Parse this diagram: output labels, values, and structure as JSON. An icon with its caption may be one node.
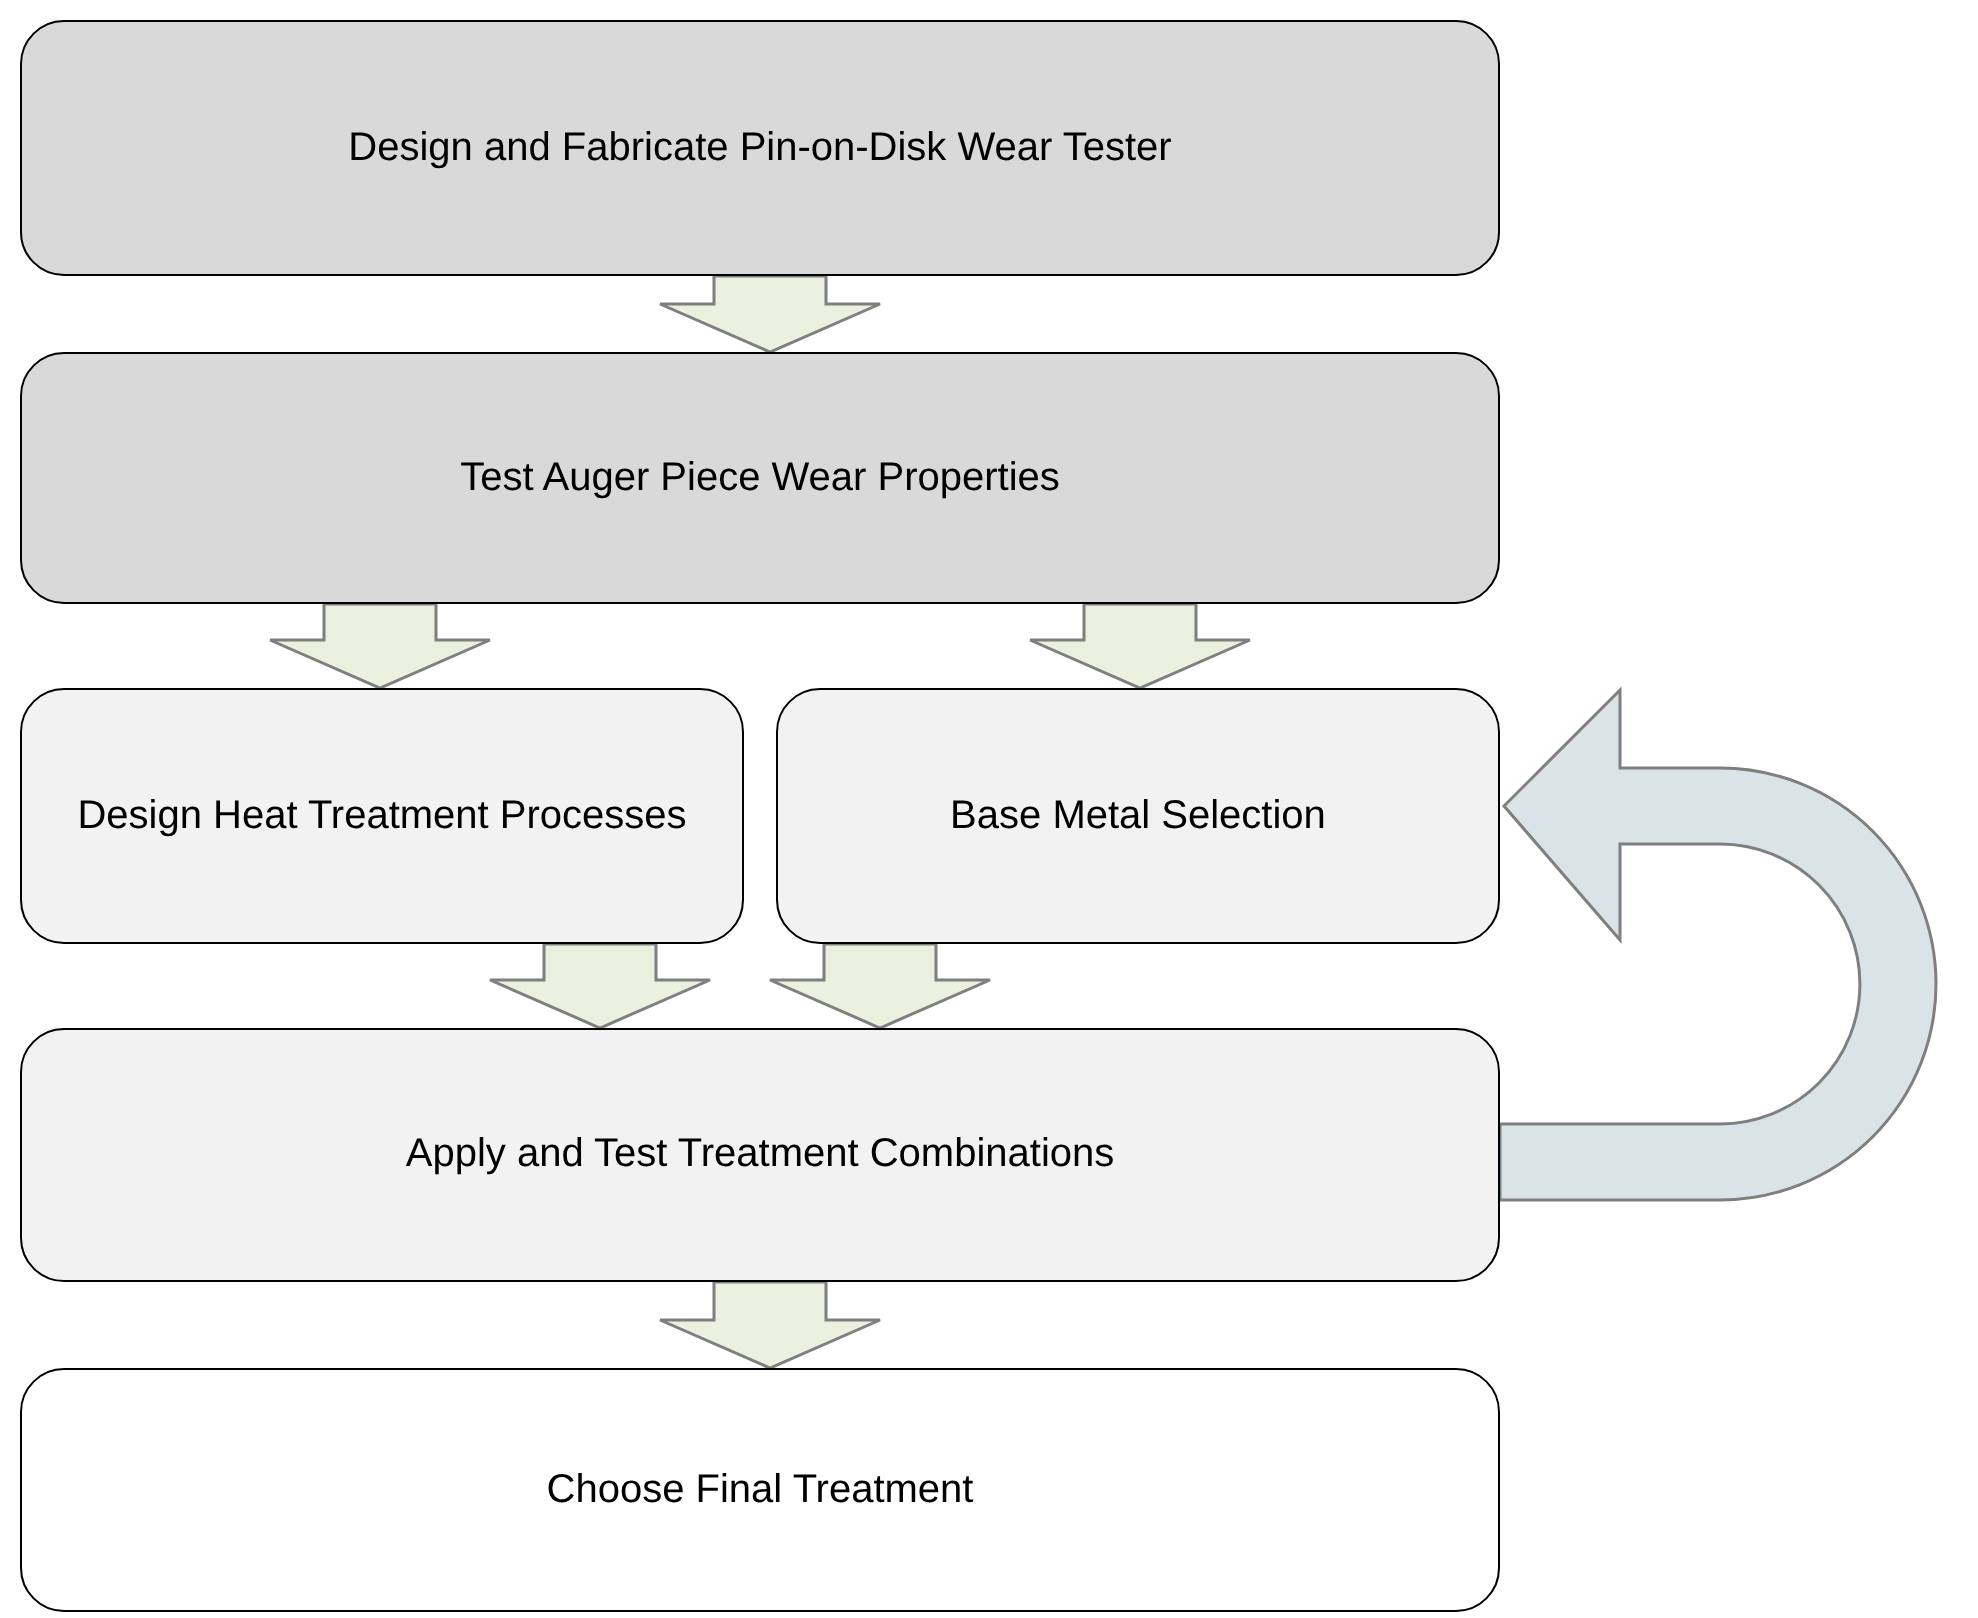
{
  "diagram": {
    "nodes": [
      {
        "text": [
          "Design and Fabricate Pin-on-Disk Wear Tester"
        ]
      },
      {
        "text": [
          "Test Auger Piece Wear Properties"
        ]
      },
      {
        "text": [
          "Design Heat Treatment Processes"
        ]
      },
      {
        "text": [
          "Base Metal Selection"
        ]
      },
      {
        "text": [
          "Apply and Test Treatment Combinations"
        ]
      },
      {
        "text": [
          "Choose Final Treatment"
        ]
      }
    ],
    "edges": [
      {
        "from": 0,
        "to": 1,
        "arrow": "to"
      },
      {
        "from": 1,
        "to": 2,
        "arrow": "to"
      },
      {
        "from": 1,
        "to": 3,
        "arrow": "to"
      },
      {
        "from": 2,
        "to": 4,
        "arrow": "to"
      },
      {
        "from": 3,
        "to": 4,
        "arrow": "to"
      },
      {
        "from": 4,
        "to": 5,
        "arrow": "to"
      },
      {
        "from": 4,
        "to": 3,
        "arrow": "to",
        "color": "#dae3e8"
      }
    ]
  }
}
